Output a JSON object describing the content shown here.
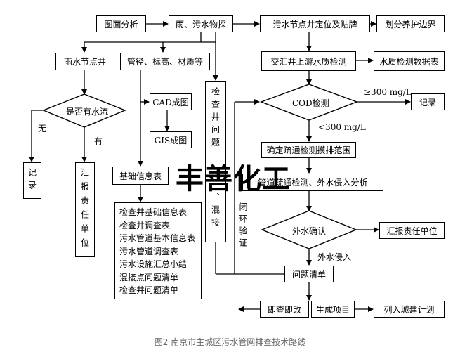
{
  "nodes": {
    "map_analysis": "图面分析",
    "survey": "雨、污水物探",
    "sewage_node": "污水节点井定位及贴牌",
    "boundary": "划分养护边界",
    "rain_node": "雨水节点井",
    "pipe_attrs": "管径、标高、材质等",
    "inspect_well": "检查井问题",
    "inspect_well_tail": "、混接",
    "junction_check": "交汇井上游水质检测",
    "water_table": "水质检测数据表",
    "cad": "CAD成图",
    "gis": "GIS成图",
    "cod": "COD检测",
    "record_right": "记录",
    "has_water": "是否有水流",
    "no": "无",
    "yes": "有",
    "record_left": "记录",
    "report_left": "汇报责任单位",
    "dredge": "确定疏通检测摸排范围",
    "base_info": "基础信息表",
    "pipe_check": "管道疏通检测、外水侵入分析",
    "closed_loop": "闭环验证",
    "external_water": "外水确认",
    "report_right": "汇报责任单位",
    "external_intrusion": "外水侵入",
    "issue_list": "问题清单",
    "fix_now": "即查即改",
    "gen_project": "生成项目",
    "city_plan": "列入城建计划",
    "cod_high": "≥300 mg/L",
    "cod_low": "<300 mg/L"
  },
  "info_list": [
    "检查井基础信息表",
    "检查井调查表",
    "污水管道基本信息表",
    "污水管道调查表",
    "污水设施汇总小结",
    "混接点问题清单",
    "检查井问题清单"
  ],
  "watermark": "丰善化工",
  "caption": "图2 南京市主城区污水管网排查技术路线"
}
